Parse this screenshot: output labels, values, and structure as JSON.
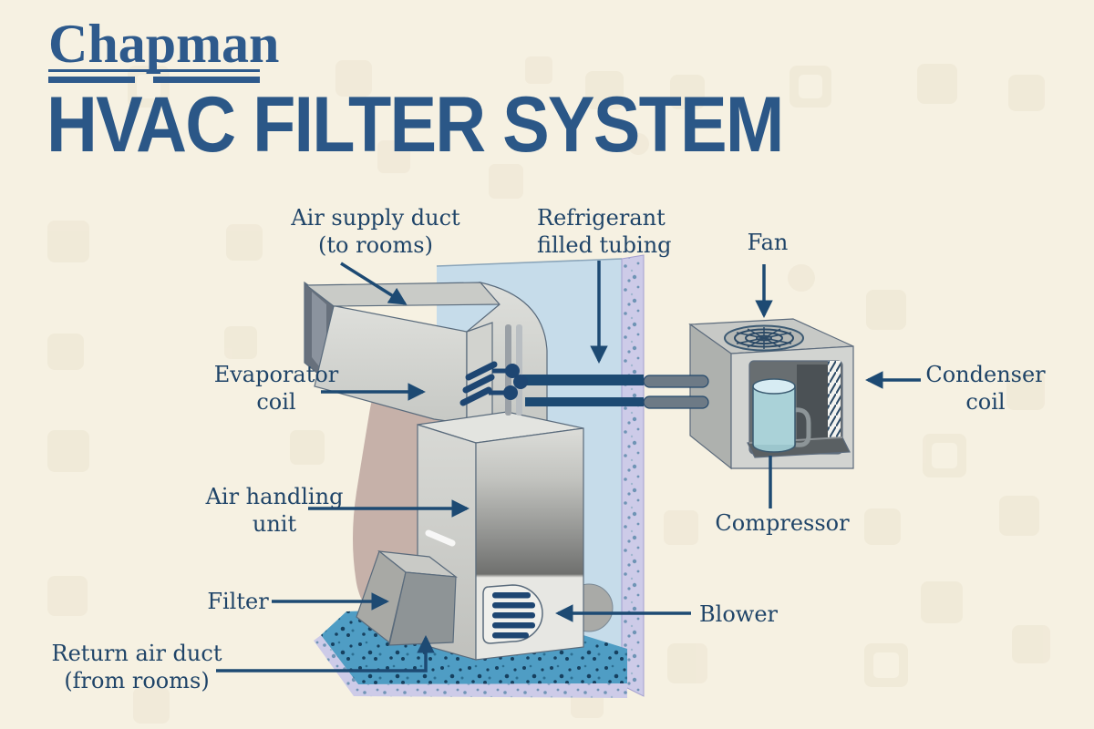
{
  "header": {
    "brand": "Chapman",
    "title": "HVAC FILTER SYSTEM"
  },
  "labels": {
    "air_supply_duct": "Air supply duct\n(to rooms)",
    "refrigerant_tubing": "Refrigerant\nfilled tubing",
    "fan": "Fan",
    "condenser_coil": "Condenser\ncoil",
    "evaporator_coil": "Evaporator\ncoil",
    "air_handling_unit": "Air handling\nunit",
    "compressor": "Compressor",
    "filter": "Filter",
    "blower": "Blower",
    "return_air_duct": "Return air duct\n(from rooms)"
  },
  "palette": {
    "background": "#f6f1e2",
    "label_navy": "#1f4468",
    "title_blue": "#2b5787",
    "brand_blue": "#2e5a8c",
    "arrow_navy": "#1d4a73",
    "wall_blue": "#c6dcea",
    "insulation_lavender": "#cdcbe8",
    "floor_blue": "#4f9dc4",
    "metal_light": "#d9dad6",
    "metal_dark": "#6f706e",
    "shadow_pink": "#c6b1a9",
    "compressor_teal": "#aad2d8"
  }
}
